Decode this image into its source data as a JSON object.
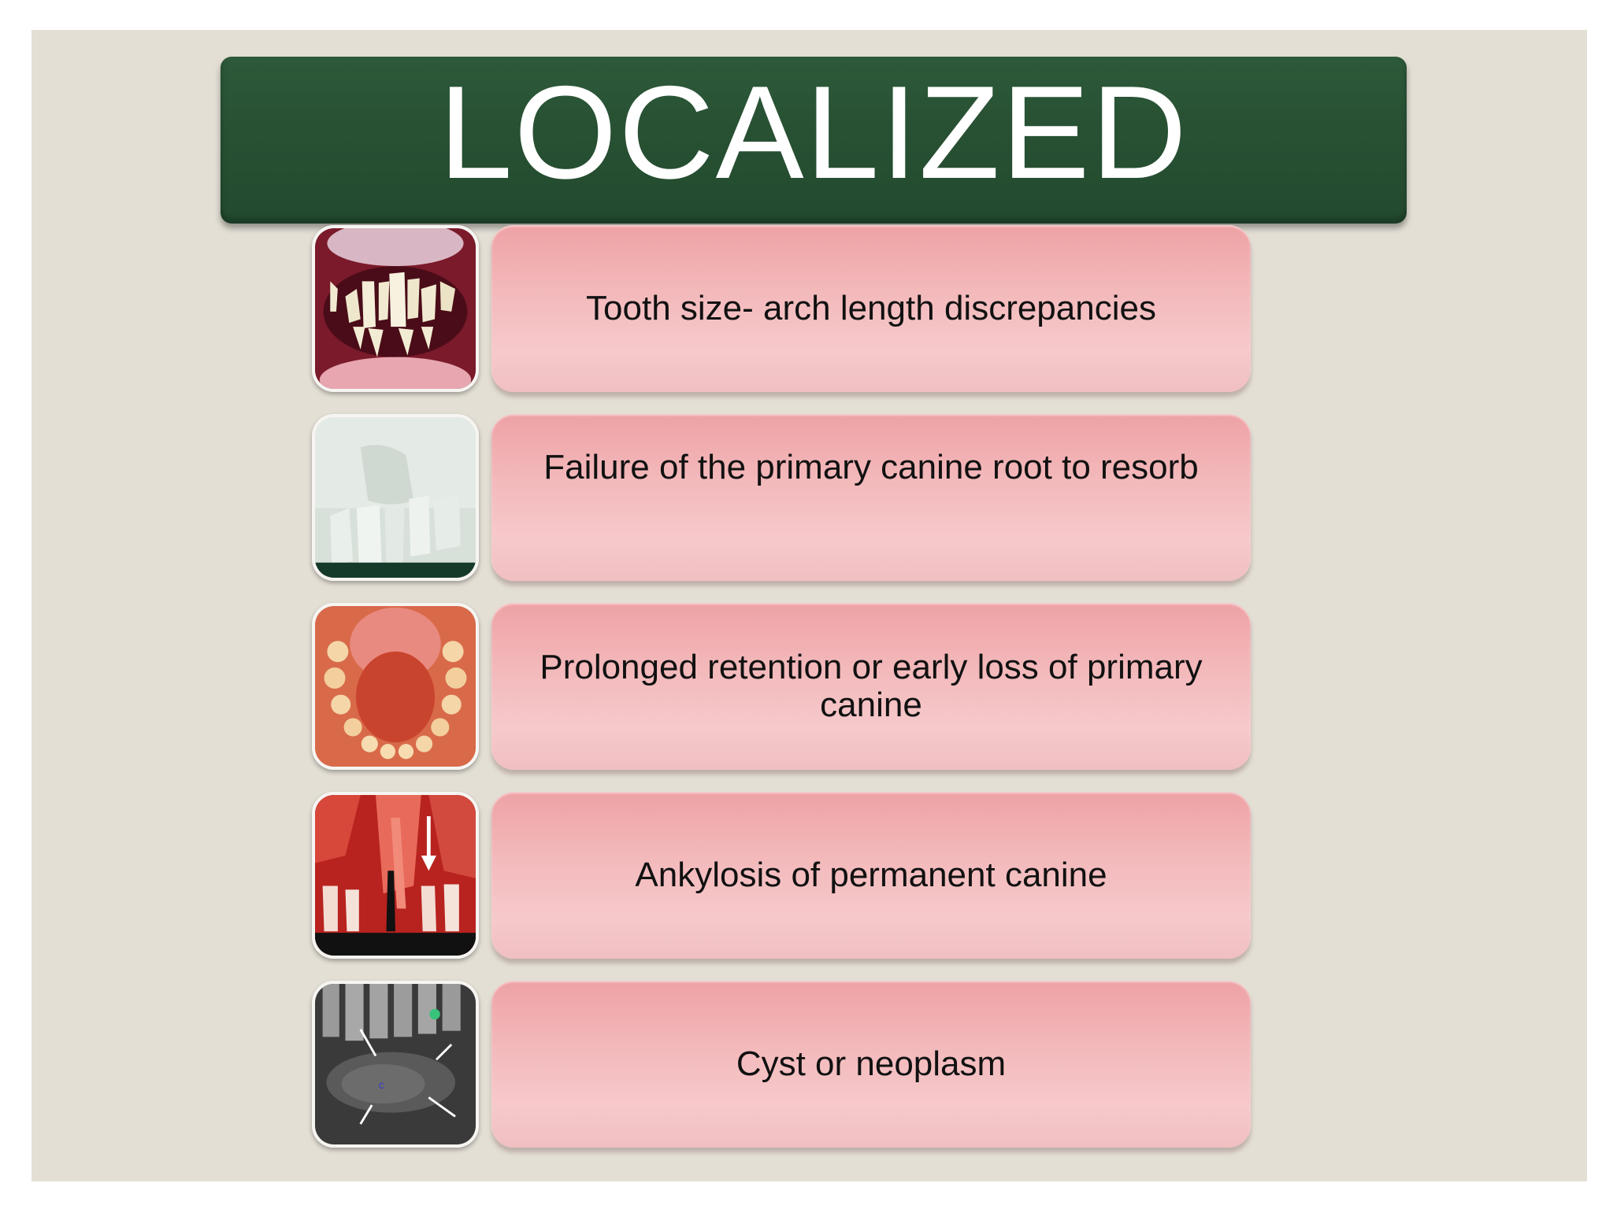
{
  "title": "LOCALIZED",
  "items": [
    {
      "text": "Tooth size- arch length discrepancies",
      "image": "crowded-teeth-photo"
    },
    {
      "text": "Failure of the primary canine root to resorb",
      "image": "dental-model-photo"
    },
    {
      "text": "Prolonged retention or early loss of primary canine",
      "image": "lower-arch-photo"
    },
    {
      "text": "Ankylosis of permanent canine",
      "image": "ankylosed-canine-radiograph"
    },
    {
      "text": "Cyst or neoplasm",
      "image": "cyst-radiograph"
    }
  ],
  "colors": {
    "title_bar": "#285033",
    "card": "#f3b9bb",
    "background": "#e3dfd5"
  }
}
